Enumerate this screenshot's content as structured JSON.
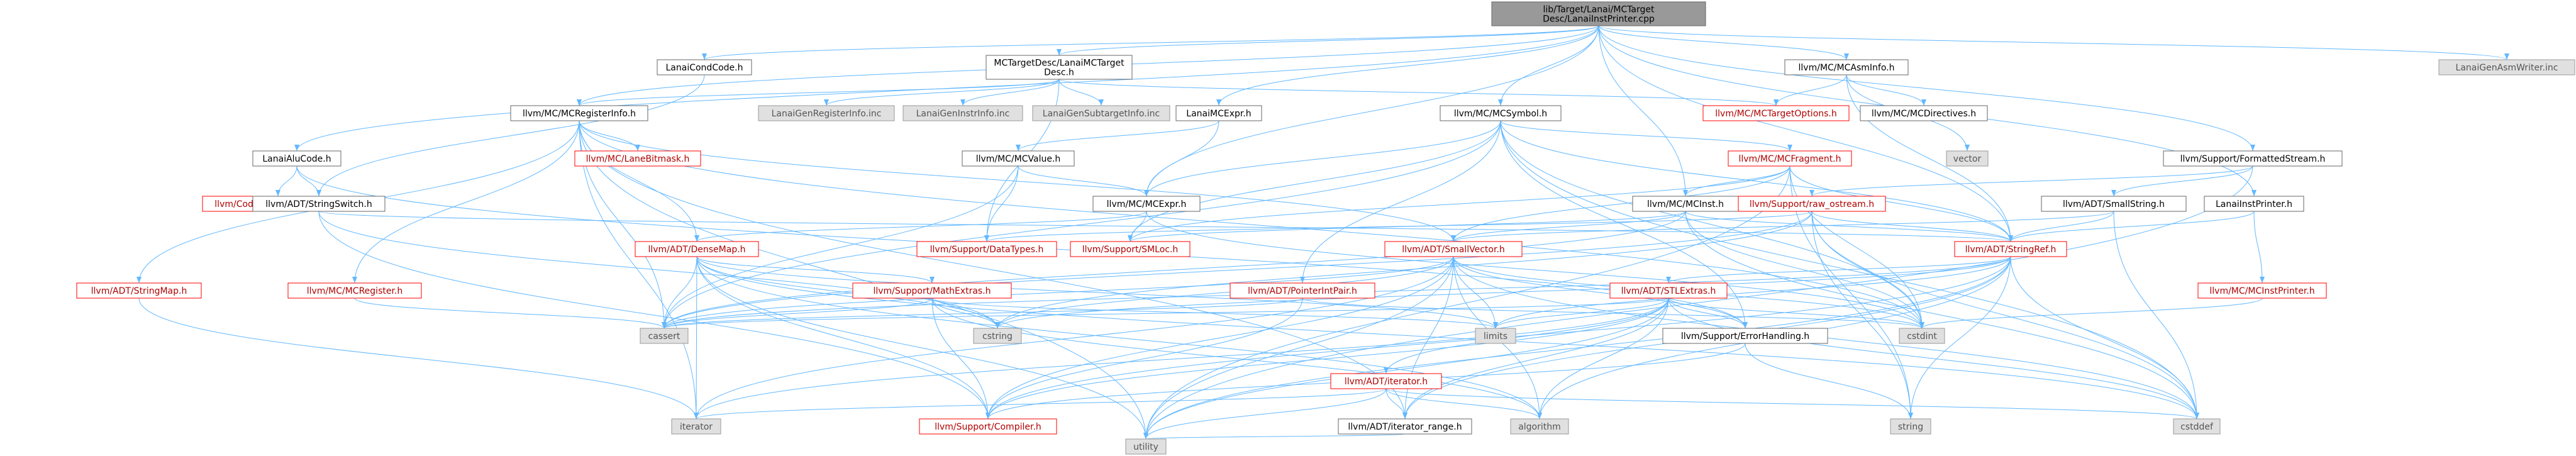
{
  "colors": {
    "edge": "#63b8ff",
    "root_fill": "#999999",
    "node_border": "#666666",
    "missing_border": "#ff0000",
    "external_fill": "#e0e0e0"
  },
  "nodes": [
    {
      "id": "root",
      "label": [
        "lib/Target/Lanai/MCTarget",
        "Desc/LanaiInstPrinter.cpp"
      ],
      "kind": "root"
    },
    {
      "id": "condcode",
      "label": [
        "LanaiCondCode.h"
      ],
      "kind": "plain"
    },
    {
      "id": "mctargetdesc",
      "label": [
        "MCTargetDesc/LanaiMCTarget",
        "Desc.h"
      ],
      "kind": "plain"
    },
    {
      "id": "mcregisterinfo",
      "label": [
        "llvm/MC/MCRegisterInfo.h"
      ],
      "kind": "plain"
    },
    {
      "id": "lanaimcexpr",
      "label": [
        "LanaiMCExpr.h"
      ],
      "kind": "plain"
    },
    {
      "id": "mcsymbol",
      "label": [
        "llvm/MC/MCSymbol.h"
      ],
      "kind": "plain"
    },
    {
      "id": "mcasminfo",
      "label": [
        "llvm/MC/MCAsmInfo.h"
      ],
      "kind": "plain"
    },
    {
      "id": "formattedstream",
      "label": [
        "llvm/Support/FormattedStream.h"
      ],
      "kind": "plain"
    },
    {
      "id": "lanaiinstprinter",
      "label": [
        "LanaiInstPrinter.h"
      ],
      "kind": "plain"
    },
    {
      "id": "asmwriterinc",
      "label": [
        "LanaiGenAsmWriter.inc"
      ],
      "kind": "gray"
    },
    {
      "id": "reginfoinc",
      "label": [
        "LanaiGenRegisterInfo.inc"
      ],
      "kind": "gray"
    },
    {
      "id": "instrinfoinc",
      "label": [
        "LanaiGenInstrInfo.inc"
      ],
      "kind": "gray"
    },
    {
      "id": "subtargetinc",
      "label": [
        "LanaiGenSubtargetInfo.inc"
      ],
      "kind": "gray"
    },
    {
      "id": "mctargetoptions",
      "label": [
        "llvm/MC/MCTargetOptions.h"
      ],
      "kind": "red"
    },
    {
      "id": "mcdirectives",
      "label": [
        "llvm/MC/MCDirectives.h"
      ],
      "kind": "plain"
    },
    {
      "id": "vector",
      "label": [
        "vector"
      ],
      "kind": "gray"
    },
    {
      "id": "lanaialucode",
      "label": [
        "LanaiAluCode.h"
      ],
      "kind": "plain"
    },
    {
      "id": "lanebitmask",
      "label": [
        "llvm/MC/LaneBitmask.h"
      ],
      "kind": "red"
    },
    {
      "id": "mcvalue",
      "label": [
        "llvm/MC/MCValue.h"
      ],
      "kind": "plain"
    },
    {
      "id": "mcfragment",
      "label": [
        "llvm/MC/MCFragment.h"
      ],
      "kind": "red"
    },
    {
      "id": "isdopcodes",
      "label": [
        "llvm/CodeGen/ISDOpcodes.h"
      ],
      "kind": "red"
    },
    {
      "id": "stringswitch",
      "label": [
        "llvm/ADT/StringSwitch.h"
      ],
      "kind": "plain"
    },
    {
      "id": "mcexpr",
      "label": [
        "llvm/MC/MCExpr.h"
      ],
      "kind": "plain"
    },
    {
      "id": "mcinst",
      "label": [
        "llvm/MC/MCInst.h"
      ],
      "kind": "plain"
    },
    {
      "id": "rawostream",
      "label": [
        "llvm/Support/raw_ostream.h"
      ],
      "kind": "red"
    },
    {
      "id": "smallstring",
      "label": [
        "llvm/ADT/SmallString.h"
      ],
      "kind": "plain"
    },
    {
      "id": "stringmap",
      "label": [
        "llvm/ADT/StringMap.h"
      ],
      "kind": "red"
    },
    {
      "id": "mcregister",
      "label": [
        "llvm/MC/MCRegister.h"
      ],
      "kind": "red"
    },
    {
      "id": "densemap",
      "label": [
        "llvm/ADT/DenseMap.h"
      ],
      "kind": "red"
    },
    {
      "id": "datatypes",
      "label": [
        "llvm/Support/DataTypes.h"
      ],
      "kind": "red"
    },
    {
      "id": "smloc",
      "label": [
        "llvm/Support/SMLoc.h"
      ],
      "kind": "red"
    },
    {
      "id": "smallvector",
      "label": [
        "llvm/ADT/SmallVector.h"
      ],
      "kind": "red"
    },
    {
      "id": "stringref",
      "label": [
        "llvm/ADT/StringRef.h"
      ],
      "kind": "red"
    },
    {
      "id": "mcinstprinter",
      "label": [
        "llvm/MC/MCInstPrinter.h"
      ],
      "kind": "red"
    },
    {
      "id": "mathextras",
      "label": [
        "llvm/Support/MathExtras.h"
      ],
      "kind": "red"
    },
    {
      "id": "pointerintpair",
      "label": [
        "llvm/ADT/PointerIntPair.h"
      ],
      "kind": "red"
    },
    {
      "id": "stlextras",
      "label": [
        "llvm/ADT/STLExtras.h"
      ],
      "kind": "red"
    },
    {
      "id": "cassert",
      "label": [
        "cassert"
      ],
      "kind": "gray"
    },
    {
      "id": "cstring",
      "label": [
        "cstring"
      ],
      "kind": "gray"
    },
    {
      "id": "limits",
      "label": [
        "limits"
      ],
      "kind": "gray"
    },
    {
      "id": "errorhandling",
      "label": [
        "llvm/Support/ErrorHandling.h"
      ],
      "kind": "plain"
    },
    {
      "id": "cstdint",
      "label": [
        "cstdint"
      ],
      "kind": "gray"
    },
    {
      "id": "adtiterator",
      "label": [
        "llvm/ADT/iterator.h"
      ],
      "kind": "red"
    },
    {
      "id": "iterator",
      "label": [
        "iterator"
      ],
      "kind": "gray"
    },
    {
      "id": "compiler",
      "label": [
        "llvm/Support/Compiler.h"
      ],
      "kind": "red"
    },
    {
      "id": "iteratorrange",
      "label": [
        "llvm/ADT/iterator_range.h"
      ],
      "kind": "plain"
    },
    {
      "id": "algorithm",
      "label": [
        "algorithm"
      ],
      "kind": "gray"
    },
    {
      "id": "string",
      "label": [
        "string"
      ],
      "kind": "gray"
    },
    {
      "id": "cstddef",
      "label": [
        "cstddef"
      ],
      "kind": "gray"
    },
    {
      "id": "utility",
      "label": [
        "utility"
      ],
      "kind": "gray"
    }
  ],
  "edges": [
    [
      "root",
      "condcode"
    ],
    [
      "root",
      "mctargetdesc"
    ],
    [
      "root",
      "mcregisterinfo"
    ],
    [
      "root",
      "lanaimcexpr"
    ],
    [
      "root",
      "mcsymbol"
    ],
    [
      "root",
      "mcasminfo"
    ],
    [
      "root",
      "formattedstream"
    ],
    [
      "root",
      "lanaiinstprinter"
    ],
    [
      "root",
      "asmwriterinc"
    ],
    [
      "root",
      "mcexpr"
    ],
    [
      "root",
      "mcinst"
    ],
    [
      "root",
      "stringref"
    ],
    [
      "root",
      "lanaialucode"
    ],
    [
      "condcode",
      "stringswitch"
    ],
    [
      "mctargetdesc",
      "mcregisterinfo"
    ],
    [
      "mctargetdesc",
      "mctargetoptions"
    ],
    [
      "mctargetdesc",
      "reginfoinc"
    ],
    [
      "mctargetdesc",
      "instrinfoinc"
    ],
    [
      "mctargetdesc",
      "subtargetinc"
    ],
    [
      "mctargetdesc",
      "datatypes"
    ],
    [
      "mcregisterinfo",
      "lanebitmask"
    ],
    [
      "mcregisterinfo",
      "densemap"
    ],
    [
      "mcregisterinfo",
      "iteratorrange"
    ],
    [
      "mcregisterinfo",
      "mcregister"
    ],
    [
      "mcregisterinfo",
      "stringmap"
    ],
    [
      "mcregisterinfo",
      "cassert"
    ],
    [
      "mcregisterinfo",
      "cstdint"
    ],
    [
      "mcregisterinfo",
      "iterator"
    ],
    [
      "mcregisterinfo",
      "utility"
    ],
    [
      "mcregisterinfo",
      "smallvector"
    ],
    [
      "lanaimcexpr",
      "mcexpr"
    ],
    [
      "lanaimcexpr",
      "mcvalue"
    ],
    [
      "mcsymbol",
      "mcfragment"
    ],
    [
      "mcsymbol",
      "mcexpr"
    ],
    [
      "mcsymbol",
      "pointerintpair"
    ],
    [
      "mcsymbol",
      "stringref"
    ],
    [
      "mcsymbol",
      "errorhandling"
    ],
    [
      "mcsymbol",
      "cassert"
    ],
    [
      "mcsymbol",
      "cstddef"
    ],
    [
      "mcsymbol",
      "cstdint"
    ],
    [
      "mcsymbol",
      "smloc"
    ],
    [
      "mcasminfo",
      "mctargetoptions"
    ],
    [
      "mcasminfo",
      "mcdirectives"
    ],
    [
      "mcasminfo",
      "vector"
    ],
    [
      "mcasminfo",
      "stringref"
    ],
    [
      "formattedstream",
      "rawostream"
    ],
    [
      "formattedstream",
      "smallstring"
    ],
    [
      "formattedstream",
      "utility"
    ],
    [
      "lanaiinstprinter",
      "mcinstprinter"
    ],
    [
      "lanaiinstprinter",
      "stringref"
    ],
    [
      "lanaialucode",
      "isdopcodes"
    ],
    [
      "lanaialucode",
      "stringswitch"
    ],
    [
      "lanaialucode",
      "errorhandling"
    ],
    [
      "stringswitch",
      "stringref"
    ],
    [
      "stringswitch",
      "compiler"
    ],
    [
      "stringswitch",
      "cstring"
    ],
    [
      "mcvalue",
      "mcexpr"
    ],
    [
      "mcvalue",
      "datatypes"
    ],
    [
      "mcvalue",
      "cassert"
    ],
    [
      "mcfragment",
      "smallvector"
    ],
    [
      "mcfragment",
      "stringref"
    ],
    [
      "mcfragment",
      "mcinst"
    ],
    [
      "mcfragment",
      "smloc"
    ],
    [
      "mcfragment",
      "cstdint"
    ],
    [
      "mcfragment",
      "utility"
    ],
    [
      "mcfragment",
      "string"
    ],
    [
      "mcexpr",
      "densemap"
    ],
    [
      "mcexpr",
      "smloc"
    ],
    [
      "mcexpr",
      "cstdint"
    ],
    [
      "mcinst",
      "smallvector"
    ],
    [
      "mcinst",
      "stringref"
    ],
    [
      "mcinst",
      "smloc"
    ],
    [
      "mcinst",
      "cassert"
    ],
    [
      "mcinst",
      "cstddef"
    ],
    [
      "mcinst",
      "cstdint"
    ],
    [
      "rawostream",
      "stringref"
    ],
    [
      "rawostream",
      "datatypes"
    ],
    [
      "rawostream",
      "cassert"
    ],
    [
      "rawostream",
      "cstddef"
    ],
    [
      "rawostream",
      "cstdint"
    ],
    [
      "rawostream",
      "cstring"
    ],
    [
      "rawostream",
      "string"
    ],
    [
      "smallstring",
      "smallvector"
    ],
    [
      "smallstring",
      "stringref"
    ],
    [
      "smallstring",
      "cstddef"
    ],
    [
      "stringmap",
      "iterator"
    ],
    [
      "mcregister",
      "cassert"
    ],
    [
      "densemap",
      "mathextras"
    ],
    [
      "densemap",
      "cassert"
    ],
    [
      "densemap",
      "cstddef"
    ],
    [
      "densemap",
      "cstring"
    ],
    [
      "densemap",
      "iterator"
    ],
    [
      "densemap",
      "limits"
    ],
    [
      "densemap",
      "utility"
    ],
    [
      "densemap",
      "compiler"
    ],
    [
      "densemap",
      "algorithm"
    ],
    [
      "smallvector",
      "compiler"
    ],
    [
      "smallvector",
      "algorithm"
    ],
    [
      "smallvector",
      "cassert"
    ],
    [
      "smallvector",
      "cstddef"
    ],
    [
      "smallvector",
      "cstdint"
    ],
    [
      "smallvector",
      "cstring"
    ],
    [
      "smallvector",
      "iterator"
    ],
    [
      "smallvector",
      "limits"
    ],
    [
      "smallvector",
      "utility"
    ],
    [
      "smallvector",
      "errorhandling"
    ],
    [
      "smallvector",
      "iteratorrange"
    ],
    [
      "stringref",
      "stlextras"
    ],
    [
      "stringref",
      "iteratorrange"
    ],
    [
      "stringref",
      "compiler"
    ],
    [
      "stringref",
      "algorithm"
    ],
    [
      "stringref",
      "cassert"
    ],
    [
      "stringref",
      "cstddef"
    ],
    [
      "stringref",
      "cstring"
    ],
    [
      "stringref",
      "limits"
    ],
    [
      "stringref",
      "string"
    ],
    [
      "stringref",
      "utility"
    ],
    [
      "mcinstprinter",
      "cstdint"
    ],
    [
      "mathextras",
      "compiler"
    ],
    [
      "mathextras",
      "algorithm"
    ],
    [
      "mathextras",
      "cassert"
    ],
    [
      "mathextras",
      "cstring"
    ],
    [
      "mathextras",
      "limits"
    ],
    [
      "pointerintpair",
      "compiler"
    ],
    [
      "pointerintpair",
      "cassert"
    ],
    [
      "pointerintpair",
      "cstdint"
    ],
    [
      "stlextras",
      "adtiterator"
    ],
    [
      "stlextras",
      "iteratorrange"
    ],
    [
      "stlextras",
      "errorhandling"
    ],
    [
      "stlextras",
      "algorithm"
    ],
    [
      "stlextras",
      "cassert"
    ],
    [
      "stlextras",
      "cstddef"
    ],
    [
      "stlextras",
      "cstdint"
    ],
    [
      "stlextras",
      "iterator"
    ],
    [
      "stlextras",
      "limits"
    ],
    [
      "stlextras",
      "utility"
    ],
    [
      "stlextras",
      "compiler"
    ],
    [
      "errorhandling",
      "compiler"
    ],
    [
      "errorhandling",
      "string"
    ],
    [
      "adtiterator",
      "iteratorrange"
    ],
    [
      "adtiterator",
      "cstddef"
    ],
    [
      "adtiterator",
      "iterator"
    ],
    [
      "adtiterator",
      "utility"
    ],
    [
      "adtiterator",
      "algorithm"
    ],
    [
      "iteratorrange",
      "utility"
    ]
  ]
}
